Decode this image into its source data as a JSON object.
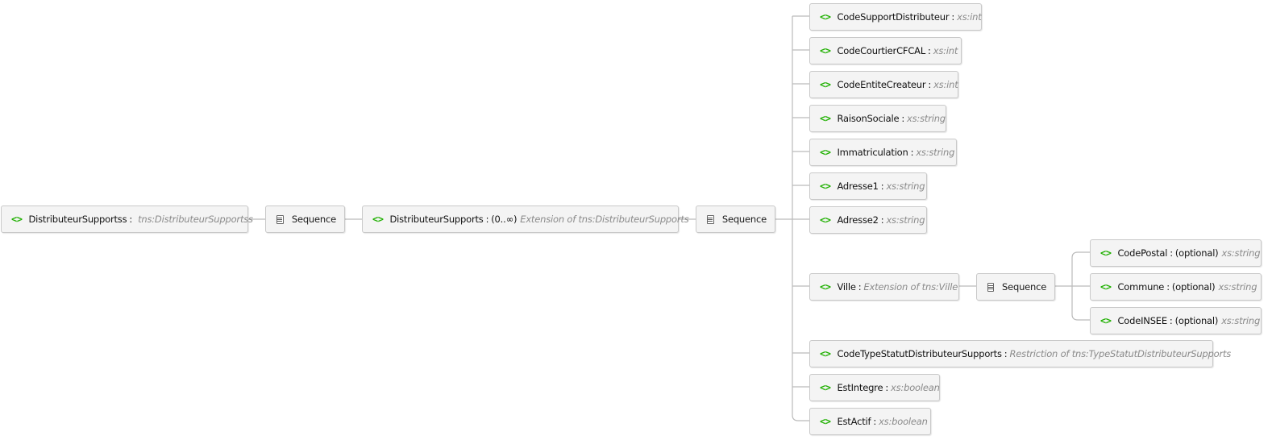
{
  "root": {
    "name": "DistributeurSupportss",
    "sep": ":",
    "type": "tns:DistributeurSupportss"
  },
  "seq1": {
    "label": "Sequence"
  },
  "main": {
    "name": "DistributeurSupports",
    "sep": ":",
    "occurs": "(0..∞)",
    "type": "Extension of tns:DistributeurSupports"
  },
  "seq2": {
    "label": "Sequence"
  },
  "children": [
    {
      "name": "CodeSupportDistributeur",
      "sep": ":",
      "type": "xs:int"
    },
    {
      "name": "CodeCourtierCFCAL",
      "sep": ":",
      "type": "xs:int"
    },
    {
      "name": "CodeEntiteCreateur",
      "sep": ":",
      "type": "xs:int"
    },
    {
      "name": "RaisonSociale",
      "sep": ":",
      "type": "xs:string"
    },
    {
      "name": "Immatriculation",
      "sep": ":",
      "type": "xs:string"
    },
    {
      "name": "Adresse1",
      "sep": ":",
      "type": "xs:string"
    },
    {
      "name": "Adresse2",
      "sep": ":",
      "type": "xs:string"
    },
    {
      "name": "Ville",
      "sep": ":",
      "type": "Extension of tns:Ville"
    },
    {
      "name": "CodeTypeStatutDistributeurSupports",
      "sep": ":",
      "type": "Restriction of tns:TypeStatutDistributeurSupports"
    },
    {
      "name": "EstIntegre",
      "sep": ":",
      "type": "xs:boolean"
    },
    {
      "name": "EstActif",
      "sep": ":",
      "type": "xs:boolean"
    }
  ],
  "ville_seq": {
    "label": "Sequence"
  },
  "ville_children": [
    {
      "name": "CodePostal",
      "sep": ":",
      "occurs": "(optional)",
      "type": "xs:string"
    },
    {
      "name": "Commune",
      "sep": ":",
      "occurs": "(optional)",
      "type": "xs:string"
    },
    {
      "name": "CodeINSEE",
      "sep": ":",
      "occurs": "(optional)",
      "type": "xs:string"
    }
  ],
  "icons": {
    "element": "element-icon",
    "sequence": "sequence-icon"
  },
  "colors": {
    "element_icon": "#1fb000",
    "type_text": "#8a8a8a",
    "node_bg": "#f4f4f4",
    "node_border": "#c9c9c9",
    "wire": "#bbbbbb"
  }
}
